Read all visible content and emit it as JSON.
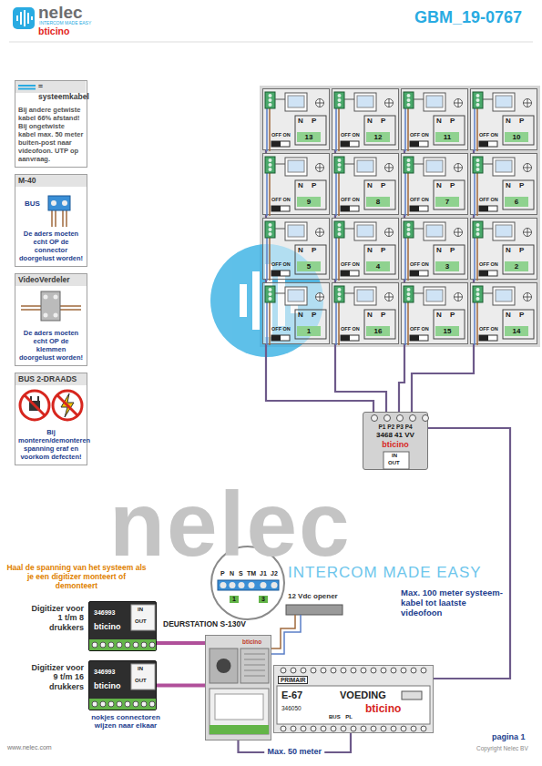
{
  "diagram": {
    "title": "GBM_19-0767",
    "nodes": [
      {
        "text": [
          "= systeemkabel",
          "Bij andere getwiste kabel 66% afstand! Bij ongetwiste kabel max. 50 meter buiten-post naar videofoon. UTP op aanvraag."
        ]
      },
      {
        "text": [
          "M-40",
          "BUS",
          "De aders moeten echt OP de connector doorgelust worden!"
        ]
      },
      {
        "text": [
          "VideoVerdeler",
          "De aders moeten echt OP de klemmen doorgelust worden!"
        ]
      },
      {
        "text": [
          "BUS 2-DRAADS",
          "Bij monteren/demonteren spanning eraf en voorkom defecten!"
        ]
      },
      {
        "text": [
          "N P",
          "OFF ON",
          "13"
        ]
      },
      {
        "text": [
          "N P",
          "OFF ON",
          "12"
        ]
      },
      {
        "text": [
          "N P",
          "OFF ON",
          "11"
        ]
      },
      {
        "text": [
          "N P",
          "OFF ON",
          "10"
        ]
      },
      {
        "text": [
          "N P",
          "OFF ON",
          "9"
        ]
      },
      {
        "text": [
          "N P",
          "OFF ON",
          "8"
        ]
      },
      {
        "text": [
          "N P",
          "OFF ON",
          "7"
        ]
      },
      {
        "text": [
          "N P",
          "OFF ON",
          "6"
        ]
      },
      {
        "text": [
          "N P",
          "OFF ON",
          "5"
        ]
      },
      {
        "text": [
          "N P",
          "OFF ON",
          "4"
        ]
      },
      {
        "text": [
          "N P",
          "OFF ON",
          "3"
        ]
      },
      {
        "text": [
          "N P",
          "OFF ON",
          "2"
        ]
      },
      {
        "text": [
          "N P",
          "OFF ON",
          "1"
        ]
      },
      {
        "text": [
          "N P",
          "OFF ON",
          "16"
        ]
      },
      {
        "text": [
          "N P",
          "OFF ON",
          "15"
        ]
      },
      {
        "text": [
          "N P",
          "OFF ON",
          "14"
        ]
      },
      {
        "text": [
          "P1 P2 P3 P4",
          "3468 41 VV",
          "bticino",
          "IN",
          "OUT"
        ]
      },
      {
        "text": [
          "Digitizer voor 1 t/m 8 drukkers",
          "IN",
          "OUT",
          "346993",
          "bticino"
        ]
      },
      {
        "text": [
          "DEURSTATION S-130V",
          "bticino"
        ]
      },
      {
        "text": [
          "Digitizer voor 9 t/m 16 drukkers",
          "IN",
          "OUT",
          "346993",
          "bticino"
        ]
      },
      {
        "text": [
          "PRIMAIR",
          "E-67",
          "VOEDING",
          "346050",
          "bticino",
          "BUS PL"
        ]
      }
    ],
    "edges": [
      {
        "from": 20,
        "to": 16,
        "arrow": "none"
      },
      {
        "from": 20,
        "to": 17,
        "arrow": "none"
      },
      {
        "from": 20,
        "to": 18,
        "arrow": "none"
      },
      {
        "from": 20,
        "to": 19,
        "arrow": "none"
      },
      {
        "from": 16,
        "to": 12,
        "arrow": "none"
      },
      {
        "from": 12,
        "to": 8,
        "arrow": "none"
      },
      {
        "from": 8,
        "to": 4,
        "arrow": "none"
      },
      {
        "from": 17,
        "to": 13,
        "arrow": "none"
      },
      {
        "from": 13,
        "to": 9,
        "arrow": "none"
      },
      {
        "from": 9,
        "to": 5,
        "arrow": "none"
      },
      {
        "from": 18,
        "to": 14,
        "arrow": "none"
      },
      {
        "from": 14,
        "to": 10,
        "arrow": "none"
      },
      {
        "from": 10,
        "to": 6,
        "arrow": "none"
      },
      {
        "from": 19,
        "to": 15,
        "arrow": "none"
      },
      {
        "from": 15,
        "to": 11,
        "arrow": "none"
      },
      {
        "from": 11,
        "to": 7,
        "arrow": "none"
      },
      {
        "from": 24,
        "to": 20,
        "arrow": "none"
      },
      {
        "from": 24,
        "to": 22,
        "label": "Max. 50 meter",
        "arrow": "none"
      },
      {
        "from": 22,
        "to": 21,
        "arrow": "none"
      },
      {
        "from": 22,
        "to": 23,
        "arrow": "none"
      }
    ],
    "labels": [
      "nelec",
      "INTERCOM MADE EASY",
      "bticino",
      "nelec",
      "INTERCOM MADE EASY",
      "Max. 100 meter systeem-kabel tot laatste videofoon",
      "Haal de spanning van het systeem als je een digitizer monteert of demonteert",
      "P",
      "N",
      "S",
      "TM",
      "J1",
      "J2",
      "1",
      "3",
      "12 Vdc opener",
      "nokjes connectoren wijzen naar elkaar",
      "www.nelec.com",
      "pagina 1",
      "Copyright Nelec BV"
    ]
  }
}
